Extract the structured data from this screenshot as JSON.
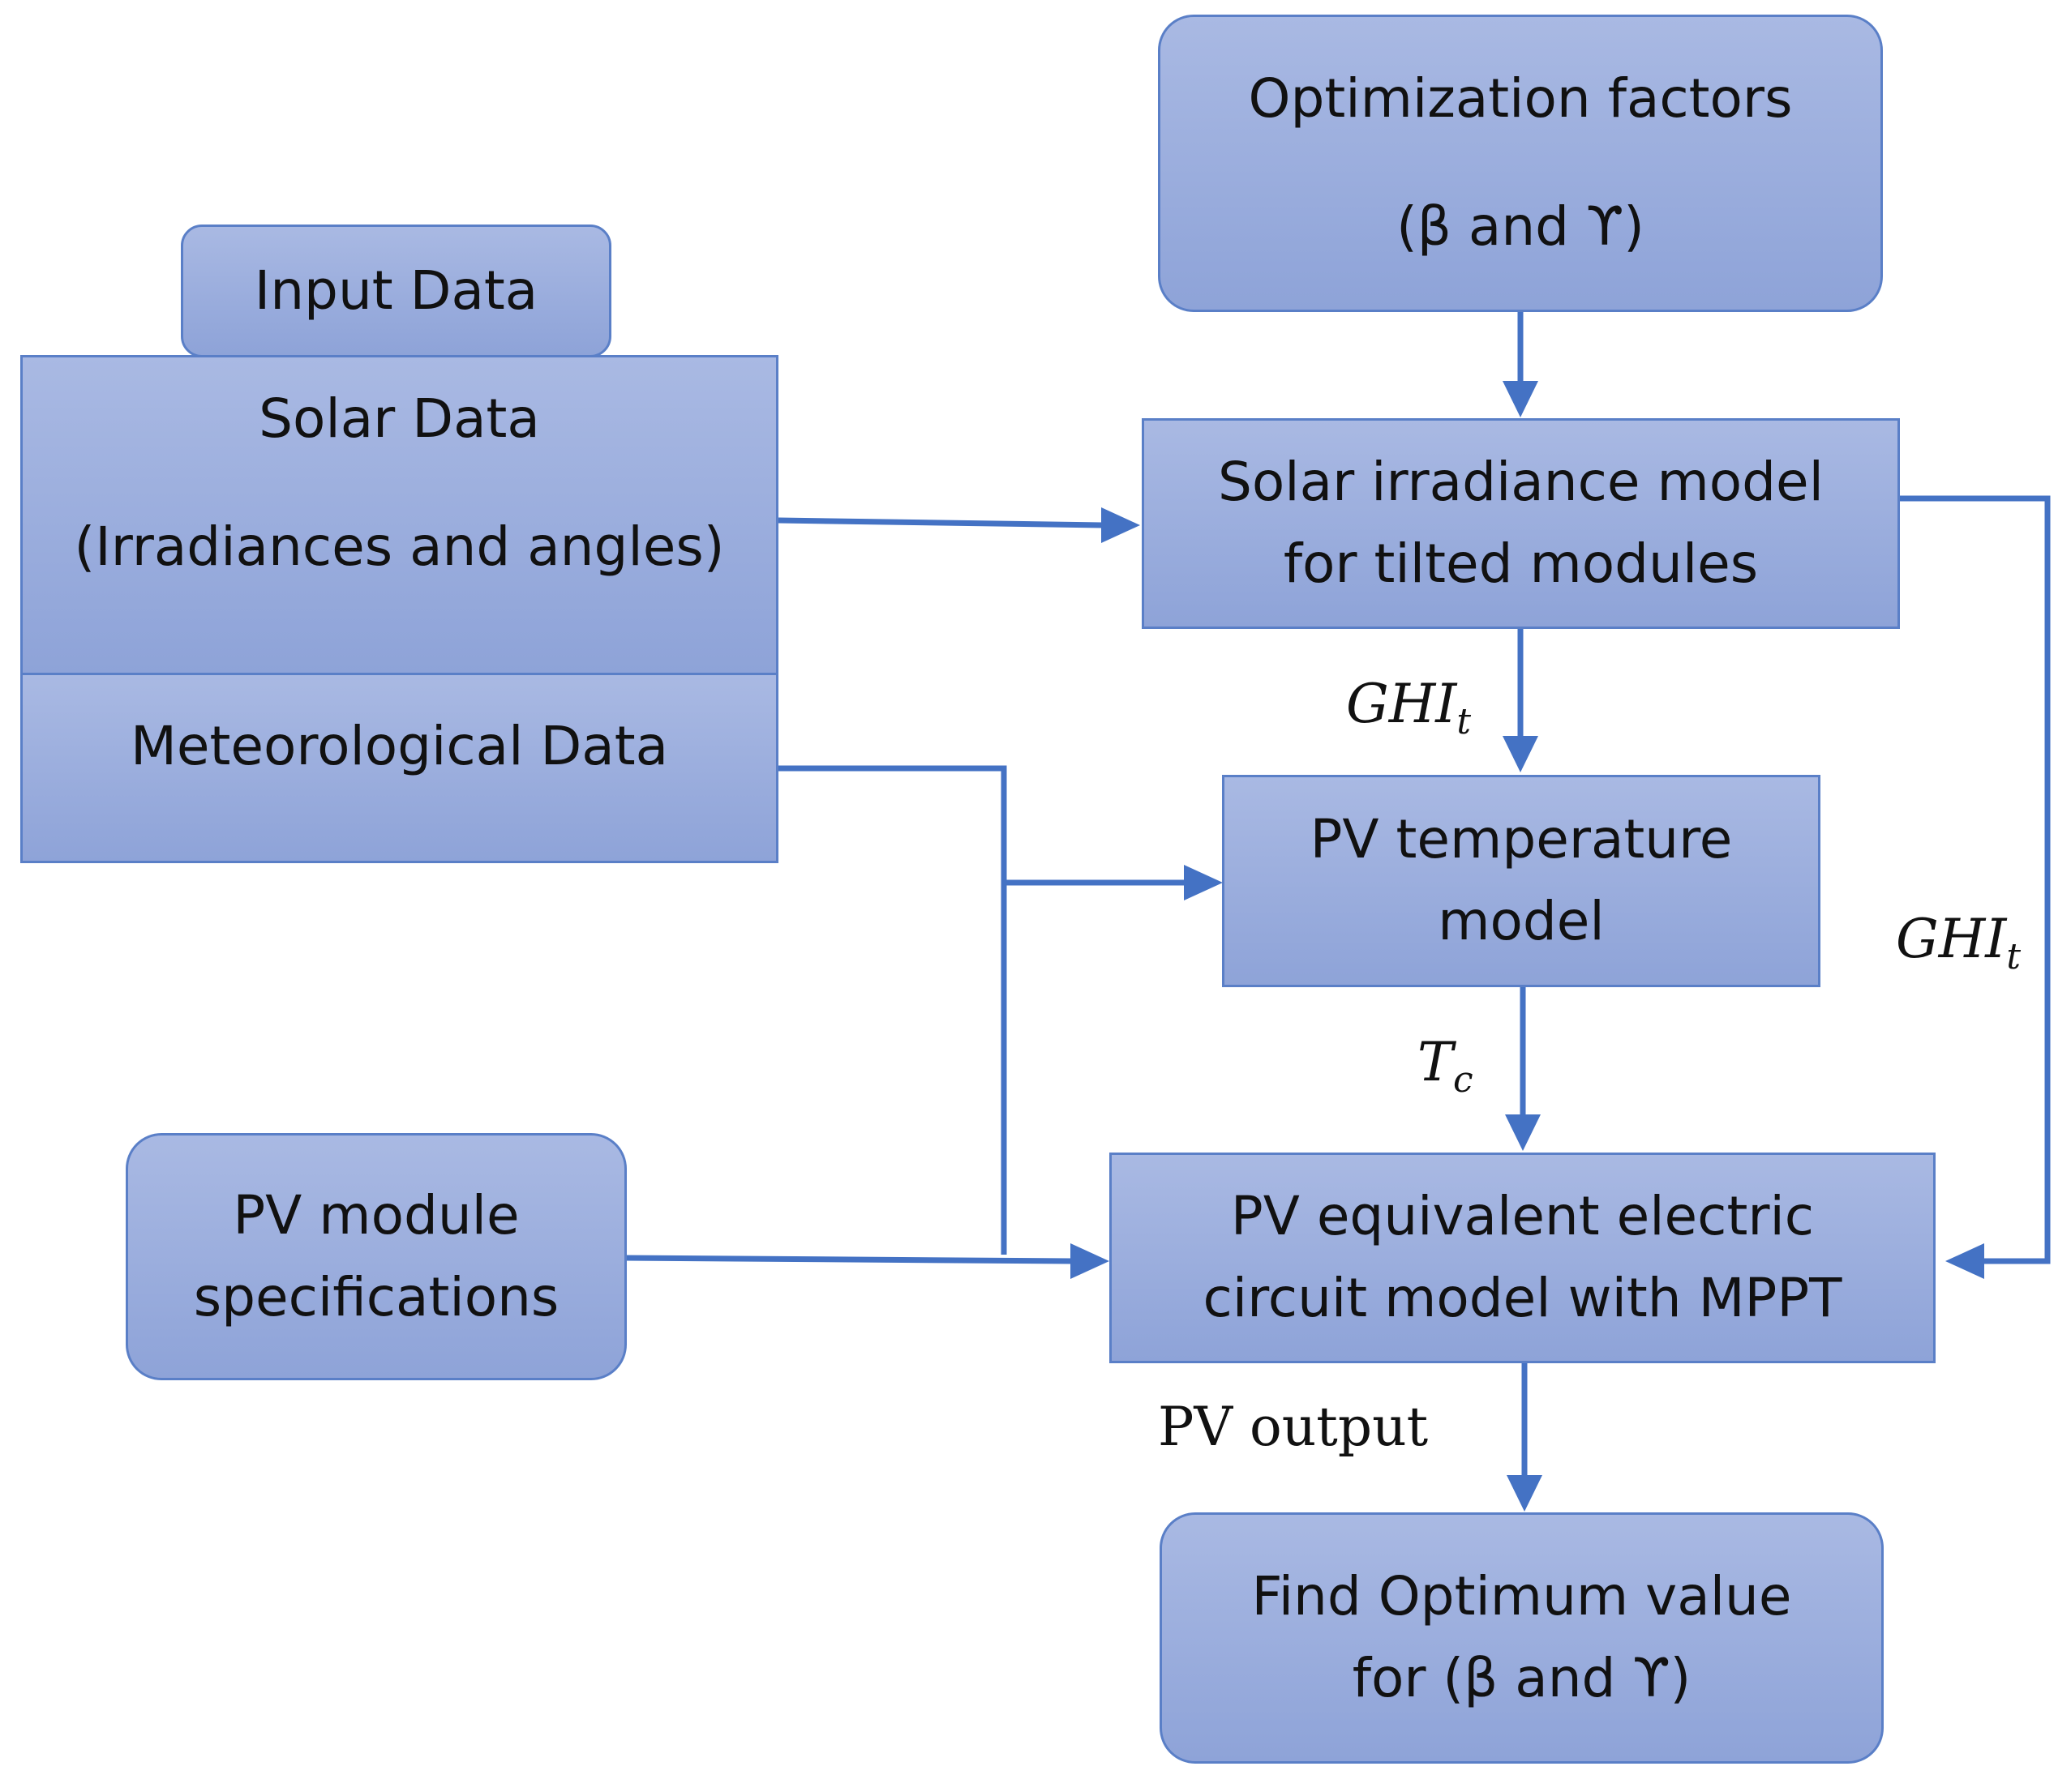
{
  "diagram": {
    "nodes": {
      "optimization": {
        "line1": "Optimization factors",
        "line2": "(β and ϒ)"
      },
      "input_tab": {
        "label": "Input Data"
      },
      "solar_data": {
        "line1": "Solar Data",
        "line2": "(Irradiances and angles)"
      },
      "meteorological": {
        "label": "Meteorological Data"
      },
      "irradiance_model": {
        "line1": "Solar irradiance model",
        "line2": "for tilted modules"
      },
      "temperature_model": {
        "line1": "PV temperature",
        "line2": "model"
      },
      "pv_specs": {
        "line1": "PV module",
        "line2": "specifications"
      },
      "circuit_model": {
        "line1": "PV equivalent electric",
        "line2": "circuit model with MPPT"
      },
      "optimum": {
        "line1": "Find Optimum value",
        "line2": "for (β and ϒ)"
      }
    },
    "edge_labels": {
      "ghi_center": {
        "main": "GHI",
        "sub": "t"
      },
      "ghi_right": {
        "main": "GHI",
        "sub": "t"
      },
      "tc": {
        "main": "T",
        "sub": "c"
      },
      "pv_output": "PV output"
    },
    "colors": {
      "box_fill_top": "#a9b9e3",
      "box_fill_bottom": "#8ea3d8",
      "box_border": "#5a7fc7",
      "connector": "#4472c4",
      "text": "#111111"
    }
  }
}
